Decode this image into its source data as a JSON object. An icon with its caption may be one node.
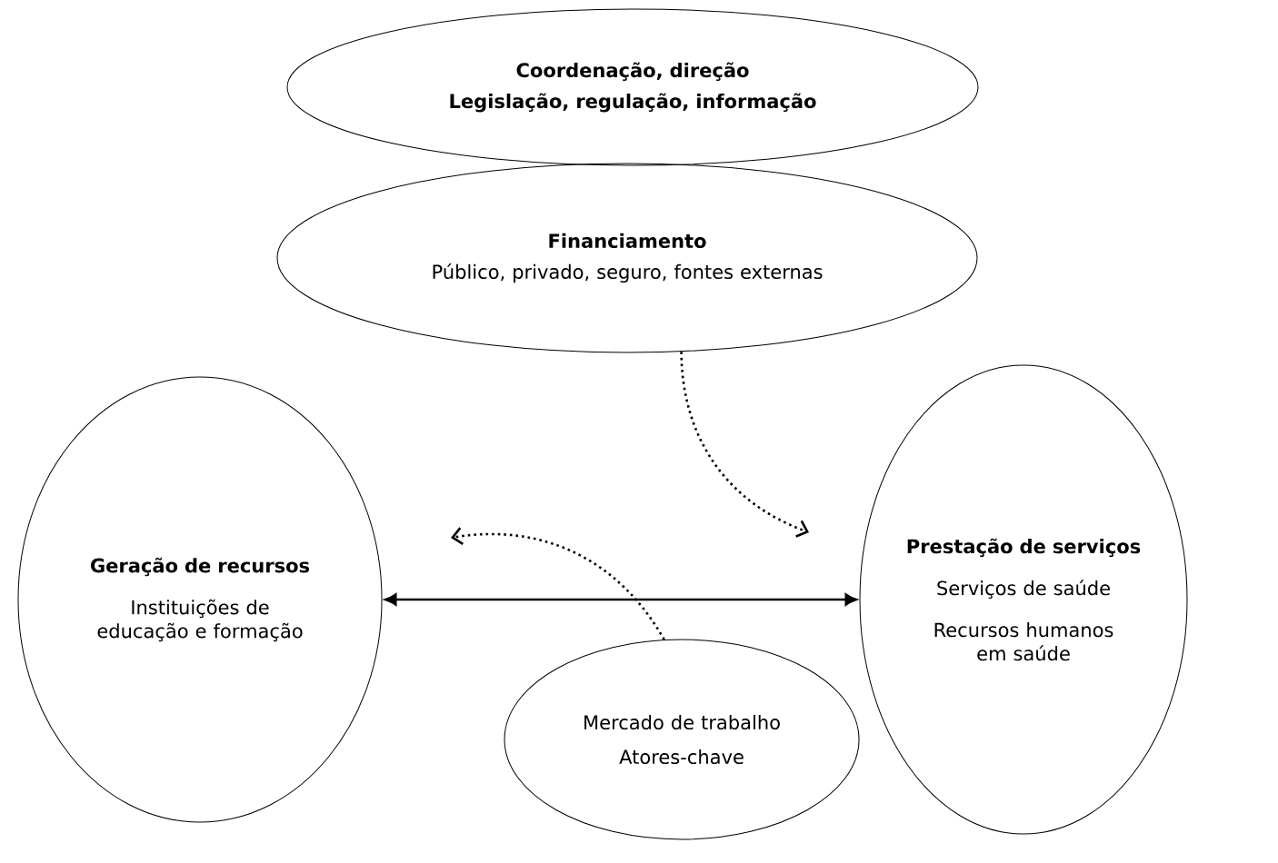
{
  "diagram": {
    "nodes": [
      {
        "text": [
          "Coordenação, direção",
          "Legislação, regulação, informação"
        ]
      },
      {
        "text": [
          "Financiamento",
          "Público, privado, seguro, fontes externas"
        ]
      },
      {
        "text": [
          "Geração de recursos",
          "Instituições de educação e formação"
        ]
      },
      {
        "text": [
          "Prestação de serviços",
          "Serviços de saúde",
          "Recursos humanos em saúde"
        ]
      },
      {
        "text": [
          "Mercado de trabalho",
          "Atores-chave"
        ]
      }
    ],
    "edges": [
      {
        "from": 2,
        "to": 3,
        "arrow": "both"
      },
      {
        "from": 1,
        "to": null,
        "arrow": "to",
        "style": "dashed"
      },
      {
        "from": 4,
        "to": null,
        "arrow": "to",
        "style": "dashed"
      }
    ]
  }
}
